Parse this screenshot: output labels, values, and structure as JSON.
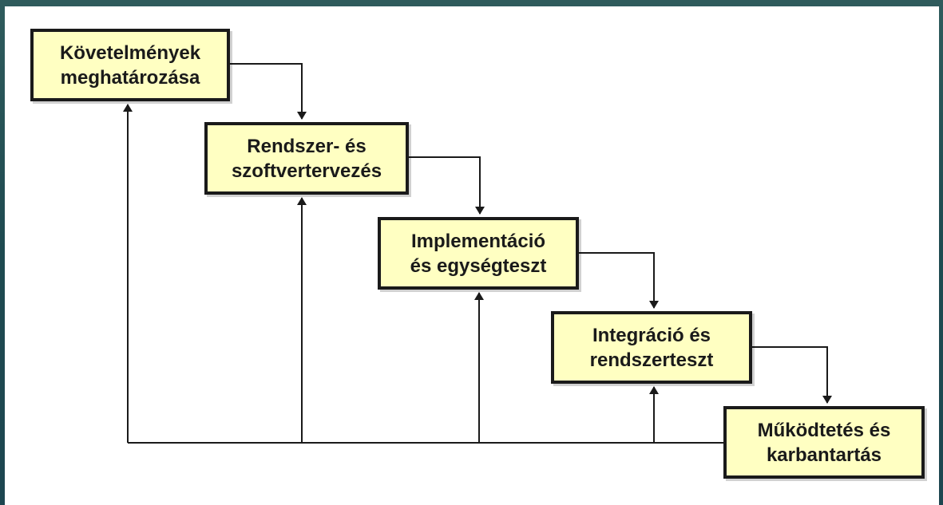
{
  "diagram": {
    "colors": {
      "box_fill": "#ffffc2",
      "box_border": "#1a1a1a",
      "line": "#1a1a1a",
      "frame": "#1f4a50",
      "background": "#ffffff"
    },
    "stages": [
      {
        "id": "requirements",
        "label": "Követelmények\nmeghatározása"
      },
      {
        "id": "design",
        "label": "Rendszer- és\nszoftvertervezés"
      },
      {
        "id": "implementation",
        "label": "Implementáció\nés egységteszt"
      },
      {
        "id": "integration",
        "label": "Integráció és\nrendszerteszt"
      },
      {
        "id": "operation",
        "label": "Működtetés és\nkarbantartás"
      }
    ],
    "flows": [
      {
        "from": "requirements",
        "to": "design",
        "kind": "forward"
      },
      {
        "from": "design",
        "to": "implementation",
        "kind": "forward"
      },
      {
        "from": "implementation",
        "to": "integration",
        "kind": "forward"
      },
      {
        "from": "integration",
        "to": "operation",
        "kind": "forward"
      },
      {
        "from": "operation",
        "to": "requirements",
        "kind": "feedback"
      },
      {
        "from": "operation",
        "to": "design",
        "kind": "feedback"
      },
      {
        "from": "operation",
        "to": "implementation",
        "kind": "feedback"
      },
      {
        "from": "operation",
        "to": "integration",
        "kind": "feedback"
      }
    ]
  }
}
